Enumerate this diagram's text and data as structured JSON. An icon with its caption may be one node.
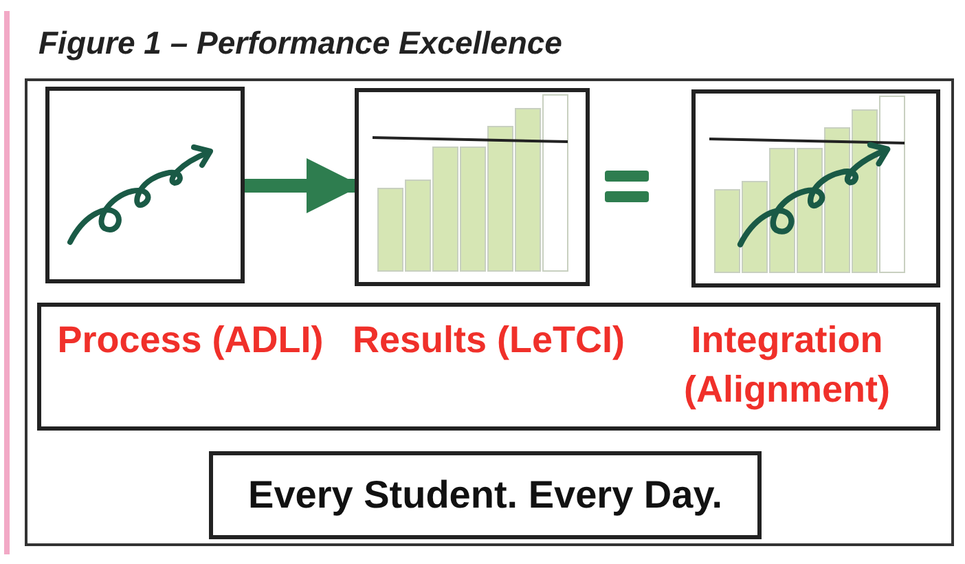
{
  "diagram": {
    "title": "Figure 1 – Performance Excellence",
    "nodes": [
      {
        "text": [],
        "shape": "picture"
      },
      {
        "text": [],
        "shape": "picture"
      },
      {
        "text": [],
        "shape": "picture"
      },
      {
        "text": [
          "Process (ADLI)",
          "Results (LeTCI)",
          "Integration (Alignment)"
        ]
      },
      {
        "text": [
          "Every Student. Every Day."
        ]
      }
    ],
    "edges": [
      {
        "from": 0,
        "to": 1,
        "arrow": "to"
      }
    ]
  }
}
